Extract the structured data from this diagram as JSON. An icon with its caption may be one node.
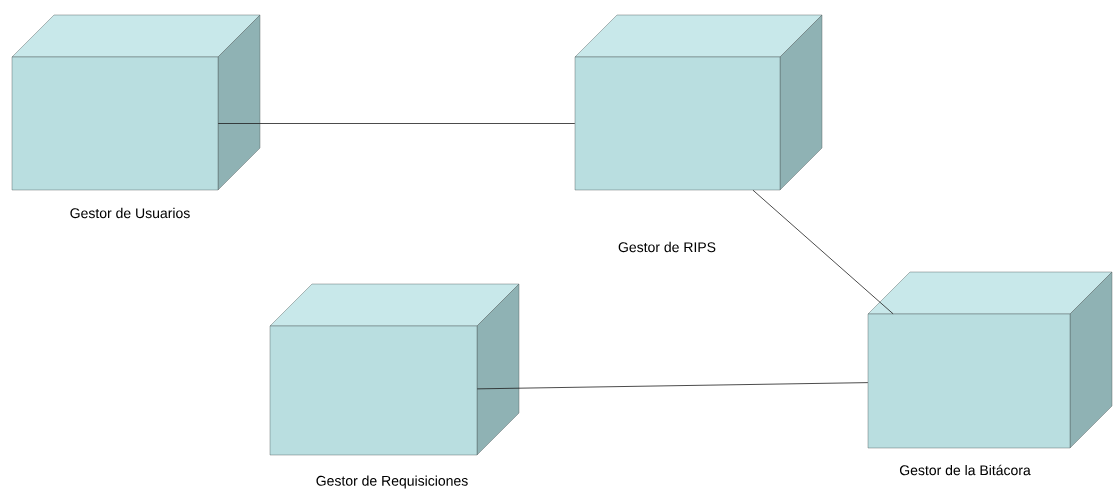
{
  "diagram": {
    "nodes": [
      {
        "text": [
          "Gestor de Usuarios"
        ]
      },
      {
        "text": [
          "Gestor de RIPS"
        ]
      },
      {
        "text": [
          "Gestor de Requisiciones"
        ]
      },
      {
        "text": [
          "Gestor de la Bitácora"
        ]
      }
    ],
    "edges": [
      {
        "from": 0,
        "to": 1,
        "arrow": "none"
      },
      {
        "from": 1,
        "to": 3,
        "arrow": "none"
      },
      {
        "from": 2,
        "to": 3,
        "arrow": "none"
      }
    ]
  }
}
